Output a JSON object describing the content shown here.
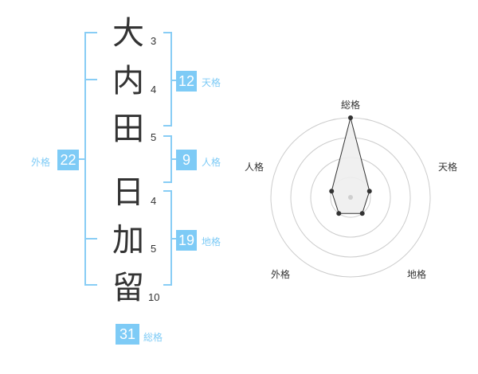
{
  "name_chars": [
    {
      "char": "大",
      "strokes": "3"
    },
    {
      "char": "内",
      "strokes": "4"
    },
    {
      "char": "田",
      "strokes": "5"
    },
    {
      "char": "日",
      "strokes": "4"
    },
    {
      "char": "加",
      "strokes": "5"
    },
    {
      "char": "留",
      "strokes": "10"
    }
  ],
  "kaku": {
    "tenkaku": {
      "value": "12",
      "label": "天格"
    },
    "jinkaku": {
      "value": "9",
      "label": "人格"
    },
    "chikaku": {
      "value": "19",
      "label": "地格"
    },
    "gaikaku": {
      "value": "22",
      "label": "外格"
    },
    "soukaku": {
      "value": "31",
      "label": "総格"
    }
  },
  "radar": {
    "labels": [
      "総格",
      "天格",
      "地格",
      "外格",
      "人格"
    ],
    "values": [
      4,
      1,
      1,
      1,
      1
    ],
    "max": 4,
    "rings": 4
  },
  "colors": {
    "accent": "#7ecbf6",
    "text": "#333333",
    "ring": "#cccccc"
  }
}
